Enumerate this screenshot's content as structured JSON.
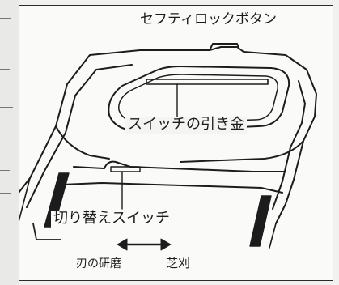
{
  "labels": {
    "safety_lock_button": "セフティロックボタン",
    "trigger": "スイッチの引き金",
    "mode_switch": "切り替えスイッチ",
    "sharpening": "刃の研磨",
    "mowing": "芝刈"
  },
  "colors": {
    "line": "#1c1c1c",
    "paper": "#fafaf8"
  }
}
